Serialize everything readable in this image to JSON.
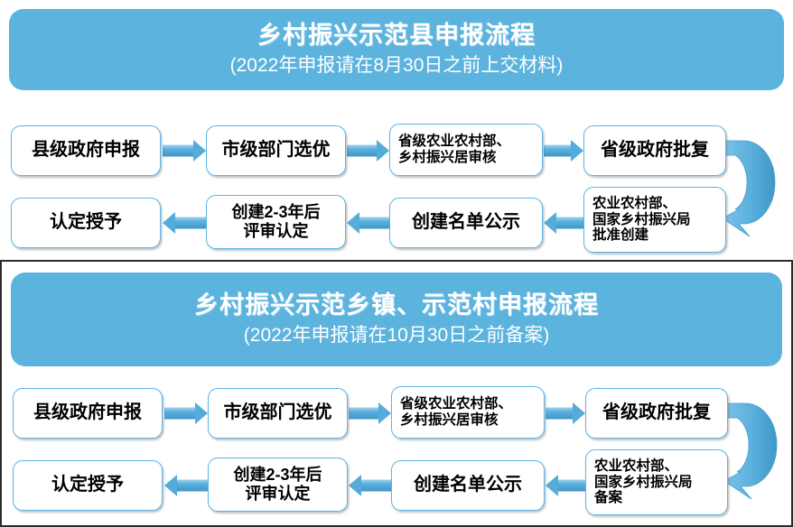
{
  "colors": {
    "banner_bg": "#5cb3dd",
    "node_border": "#5ab4e8",
    "arrow": "#55abd9",
    "frame": "#2b2b2b",
    "text": "#000000",
    "banner_text": "#ffffff"
  },
  "sections": [
    {
      "id": "county",
      "banner": {
        "title": "乡村振兴示范县申报流程",
        "subtitle": "(2022年申报请在8月30日之前上交材料)"
      },
      "row1": [
        {
          "label": "县级政府申报"
        },
        {
          "label": "市级部门选优"
        },
        {
          "label": "省级农业农村部、\n乡村振兴居审核"
        },
        {
          "label": "省级政府批复"
        }
      ],
      "row2": [
        {
          "label": "认定授予"
        },
        {
          "label": "创建2-3年后\n评审认定"
        },
        {
          "label": "创建名单公示"
        },
        {
          "label": "农业农村部、\n国家乡村振兴局\n批准创建"
        }
      ]
    },
    {
      "id": "village",
      "banner": {
        "title": "乡村振兴示范乡镇、示范村申报流程",
        "subtitle": "(2022年申报请在10月30日之前备案)"
      },
      "row1": [
        {
          "label": "县级政府申报"
        },
        {
          "label": "市级部门选优"
        },
        {
          "label": "省级农业农村部、\n乡村振兴居审核"
        },
        {
          "label": "省级政府批复"
        }
      ],
      "row2": [
        {
          "label": "认定授予"
        },
        {
          "label": "创建2-3年后\n评审认定"
        },
        {
          "label": "创建名单公示"
        },
        {
          "label": "农业农村部、\n国家乡村振兴局\n备案"
        }
      ]
    }
  ]
}
